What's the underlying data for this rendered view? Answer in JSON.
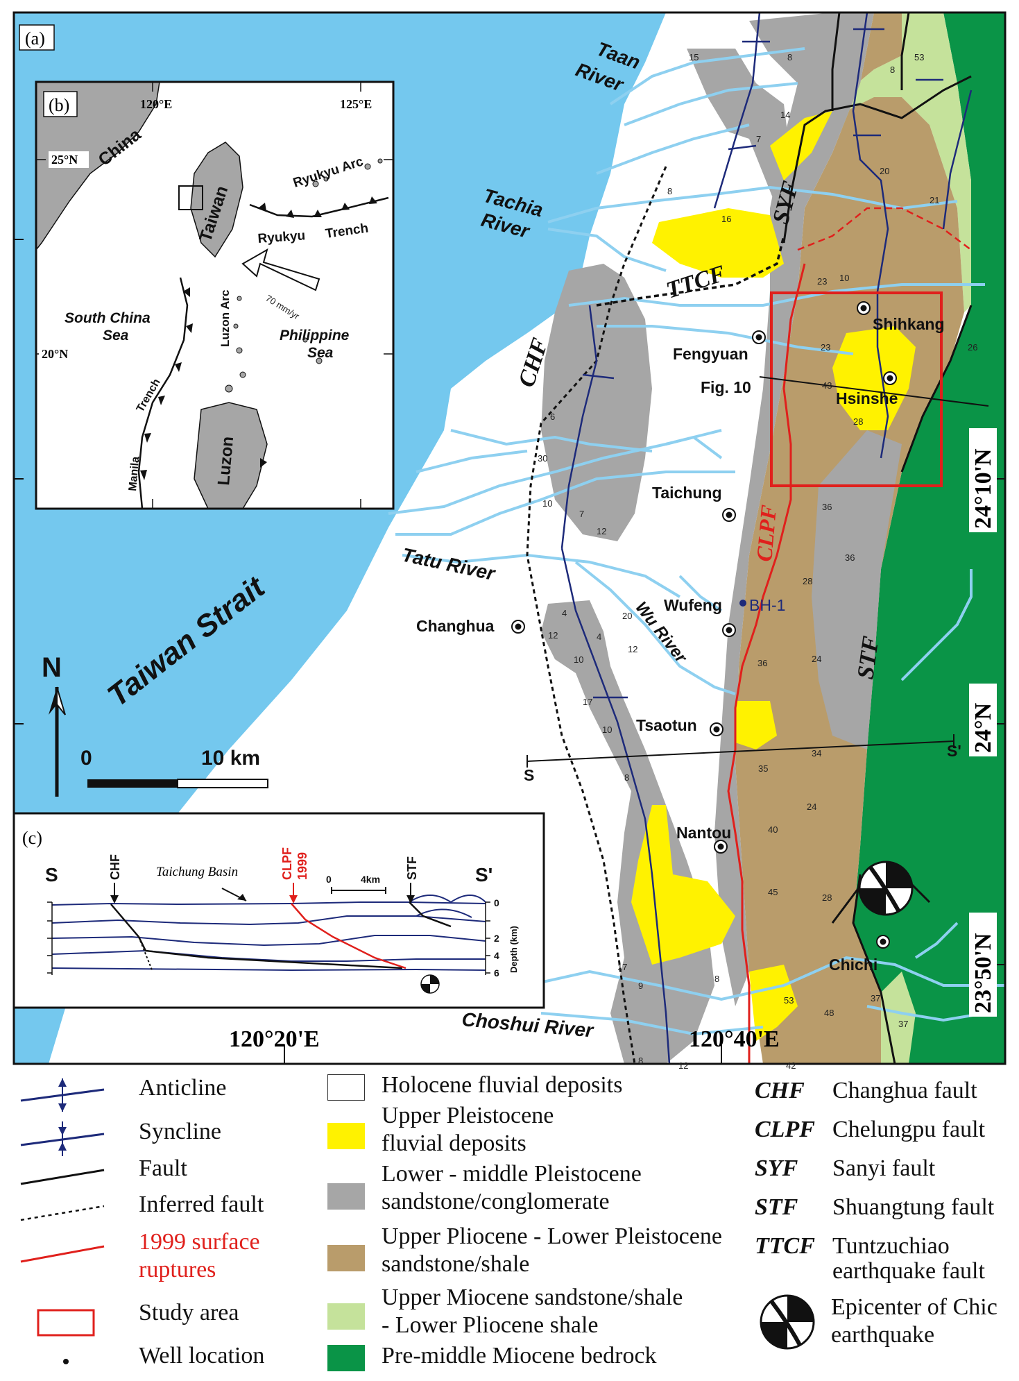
{
  "panels": {
    "a": "(a)",
    "b": "(b)",
    "c": "(c)"
  },
  "inset": {
    "lon_labels": [
      "120°E",
      "125°E"
    ],
    "lat_labels": [
      "25°N",
      "20°N"
    ],
    "places": [
      "China",
      "Taiwan",
      "Ryukyu Arc",
      "Ryukyu",
      "Trench",
      "South China",
      "Sea",
      "Philippine",
      "Sea",
      "Luzon Arc",
      "Luzon",
      "Manila",
      "Trench"
    ],
    "arrow": "70 mm/yr"
  },
  "rivers": [
    "Taan",
    "River",
    "Tachia",
    "River",
    "Tatu River",
    "Wu River",
    "Choshui River"
  ],
  "sea": "Taiwan Strait",
  "towns": [
    "Fengyuan",
    "Shihkang",
    "Hsinshe",
    "Taichung",
    "Wufeng",
    "Changhua",
    "Tsaotun",
    "Nantou",
    "Chichi"
  ],
  "well": "BH-1",
  "figure_ref": "Fig. 10",
  "faults": [
    "CHF",
    "TTCF",
    "SYF",
    "CLPF",
    "STF"
  ],
  "section_ends": {
    "s": "S",
    "s_prime": "S'"
  },
  "north": "N",
  "scale": {
    "zero": "0",
    "ten": "10 km"
  },
  "coords": {
    "lon1": "120°20'E",
    "lon2": "120°40'E",
    "lat1": "24°10'N",
    "lat2": "24°N",
    "lat3": "23°50'N"
  },
  "dips": [
    "15",
    "8",
    "53",
    "8",
    "14",
    "7",
    "20",
    "21",
    "8",
    "16",
    "23",
    "10",
    "23",
    "26",
    "43",
    "28",
    "6",
    "30",
    "10",
    "7",
    "12",
    "36",
    "36",
    "28",
    "4",
    "12",
    "4",
    "20",
    "12",
    "10",
    "17",
    "10",
    "8",
    "24",
    "36",
    "34",
    "35",
    "24",
    "40",
    "45",
    "28",
    "17",
    "9",
    "8",
    "53",
    "48",
    "37",
    "37",
    "42",
    "8",
    "12"
  ],
  "cross_section": {
    "s": "S",
    "s_prime": "S'",
    "chf": "CHF",
    "basin": "Taichung Basin",
    "clpf": "CLPF",
    "year": "1999",
    "stf": "STF",
    "scale": [
      "0",
      "4km"
    ],
    "depths": [
      "0",
      "2",
      "4",
      "6"
    ],
    "depth_label": "Depth (km)"
  },
  "legend": {
    "symbols": [
      {
        "name": "anticline",
        "label": "Anticline"
      },
      {
        "name": "syncline",
        "label": "Syncline"
      },
      {
        "name": "fault",
        "label": "Fault"
      },
      {
        "name": "inferred-fault",
        "label": "Inferred fault"
      },
      {
        "name": "rupture",
        "label1": "1999 surface",
        "label2": "ruptures"
      },
      {
        "name": "study-area",
        "label": "Study area"
      },
      {
        "name": "well",
        "label": "Well location"
      }
    ],
    "units": [
      {
        "name": "holocene",
        "color": "#ffffff",
        "label1": "Holocene fluvial deposits",
        "label2": ""
      },
      {
        "name": "upper-pleistocene",
        "color": "#fff200",
        "label1": "Upper Pleistocene",
        "label2": "fluvial deposits"
      },
      {
        "name": "lower-middle-pleistocene",
        "color": "#a6a6a6",
        "label1": "Lower - middle Pleistocene",
        "label2": "sandstone/conglomerate"
      },
      {
        "name": "upper-pliocene",
        "color": "#b99c6b",
        "label1": "Upper Pliocene - Lower Pleistocene",
        "label2": "sandstone/shale"
      },
      {
        "name": "upper-miocene",
        "color": "#c5e29b",
        "label1": "Upper Miocene sandstone/shale",
        "label2": "- Lower Pliocene shale"
      },
      {
        "name": "bedrock",
        "color": "#0a9447",
        "label1": "Pre-middle Miocene bedrock",
        "label2": ""
      }
    ],
    "faults": [
      {
        "abbr": "CHF",
        "label": "Changhua fault"
      },
      {
        "abbr": "CLPF",
        "label": "Chelungpu fault"
      },
      {
        "abbr": "SYF",
        "label": "Sanyi fault"
      },
      {
        "abbr": "STF",
        "label": "Shuangtung fault"
      },
      {
        "abbr": "TTCF",
        "label1": "Tuntzuchiao",
        "label2": "earthquake fault"
      }
    ],
    "epicenter": {
      "label1": "Epicenter of Chic",
      "label2": "earthquake"
    }
  },
  "colors": {
    "sea": "#74c8ee",
    "river": "#8ed0f0",
    "gray": "#a6a6a6",
    "brown": "#b99c6b",
    "yellow": "#fff200",
    "lightgreen": "#c5e29b",
    "green": "#0a9447",
    "red": "#e0201c",
    "navy": "#1d2a7a"
  }
}
